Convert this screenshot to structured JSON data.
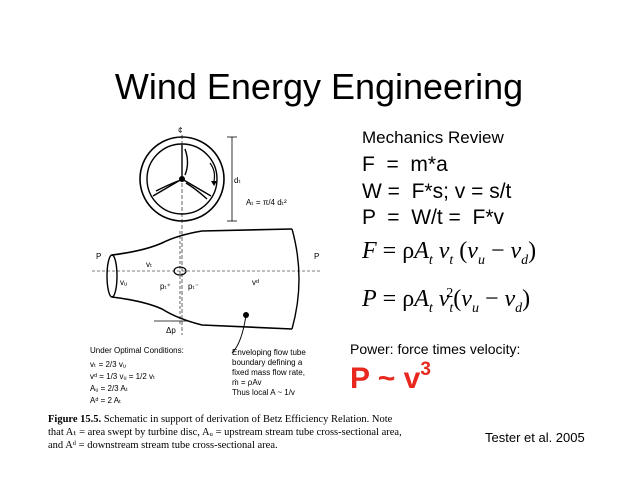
{
  "slide": {
    "title": "Wind Energy Engineering",
    "review_heading": "Mechanics Review",
    "equations": [
      "F  =  m*a",
      "W =  F*s; v = s/t",
      "P  =  W/t =  F*v"
    ],
    "power_caption": "Power: force times velocity:",
    "power_law": {
      "base": "P ~ v",
      "exp": "3"
    },
    "citation": "Tester et al. 2005"
  },
  "figure": {
    "caption_label": "Figure 15.5.",
    "caption_lines": [
      "Schematic in support of derivation of Betz Efficiency Relation. Note",
      "that Aₜ = area swept by turbine disc, Aᵤ = upstream stream tube cross-sectional area,",
      "and Aᵈ = downstream stream tube cross-sectional area."
    ],
    "labels": {
      "centerline": "¢",
      "diameter": "dₜ",
      "area_formula": "Aₜ = π/4 dₜ²",
      "p_left": "P",
      "p_right": "P",
      "vt": "vₜ",
      "vu": "vᵤ",
      "vd": "vᵈ",
      "pt_plus": "pₜ⁺",
      "pt_minus": "pₜ⁻",
      "dp": "Δp",
      "optimal_heading": "Under Optimal Conditions:",
      "optimal_lines": [
        "vₜ = 2/3 vᵤ",
        "vᵈ = 1/3 vᵤ = 1/2 vₜ",
        "Aᵤ = 2/3 Aₜ",
        "Aᵈ = 2 Aₜ"
      ],
      "envelope_lines": [
        "Enveloping flow tube",
        "boundary defining a",
        "fixed mass flow rate,",
        "ṁ = ρAv",
        "Thus local  A ~ 1/v"
      ]
    }
  }
}
